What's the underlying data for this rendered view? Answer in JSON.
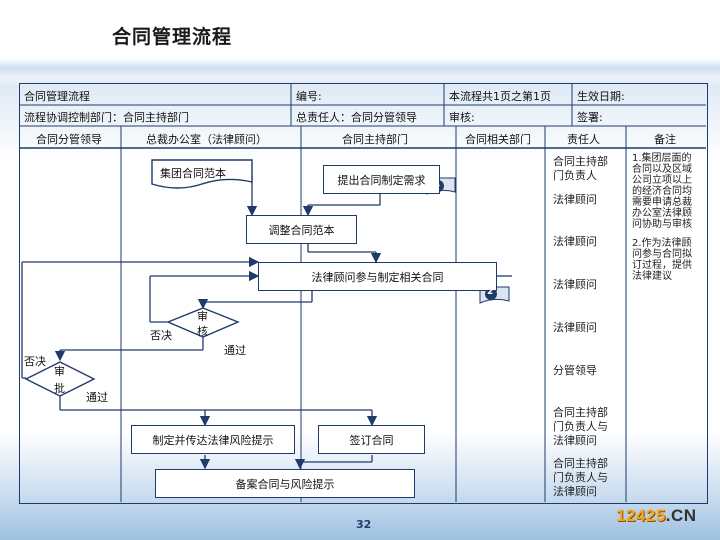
{
  "page": {
    "title": "合同管理流程",
    "page_number": "32"
  },
  "header": {
    "row1": {
      "process": "合同管理流程",
      "code": "编号:",
      "pages": "本流程共1页之第1页",
      "effective": "生效日期:"
    },
    "row2": {
      "coordinator": "流程协调控制部门：合同主持部门",
      "owner": "总责任人：合同分管领导",
      "review": "审核:",
      "sign": "签署:"
    },
    "columns": [
      "合同分管领导",
      "总裁办公室（法律顾问）",
      "合同主持部门",
      "合同相关部门",
      "责任人",
      "备注"
    ]
  },
  "flow": {
    "template_box": "集团合同范本",
    "request": "提出合同制定需求",
    "adjust": "调整合同范本",
    "participate": "法律顾问参与制定相关合同",
    "review_decision": {
      "line1": "审",
      "line2": "核"
    },
    "approve_decision": {
      "line1": "审",
      "line2": "批"
    },
    "reject_label": "否决",
    "pass_label": "通过",
    "risk_notice": "制定并传达法律风险提示",
    "sign": "签订合同",
    "archive": "备案合同与风险提示",
    "marker1": "1",
    "marker2": "2"
  },
  "responsible": [
    {
      "l1": "合同主持部",
      "l2": "门负责人",
      "l3": ""
    },
    {
      "l1": "法律顾问",
      "l2": "",
      "l3": ""
    },
    {
      "l1": "法律顾问",
      "l2": "",
      "l3": ""
    },
    {
      "l1": "法律顾问",
      "l2": "",
      "l3": ""
    },
    {
      "l1": "法律顾问",
      "l2": "",
      "l3": ""
    },
    {
      "l1": "分管领导",
      "l2": "",
      "l3": ""
    },
    {
      "l1": "合同主持部",
      "l2": "门负责人与",
      "l3": "法律顾问"
    },
    {
      "l1": "合同主持部",
      "l2": "门负责人与",
      "l3": "法律顾问"
    }
  ],
  "notes": {
    "n1": [
      "1.集团层面的",
      "合同以及区域",
      "公司立项以上",
      "的经济合同均",
      "需要申请总裁",
      "办公室法律顾",
      "问协助与审核"
    ],
    "n2": [
      "2.作为法律顾",
      "问参与合同拟",
      "订过程，提供",
      "法律建议"
    ]
  },
  "logo": {
    "number": "12425",
    "suffix": ".CN"
  }
}
